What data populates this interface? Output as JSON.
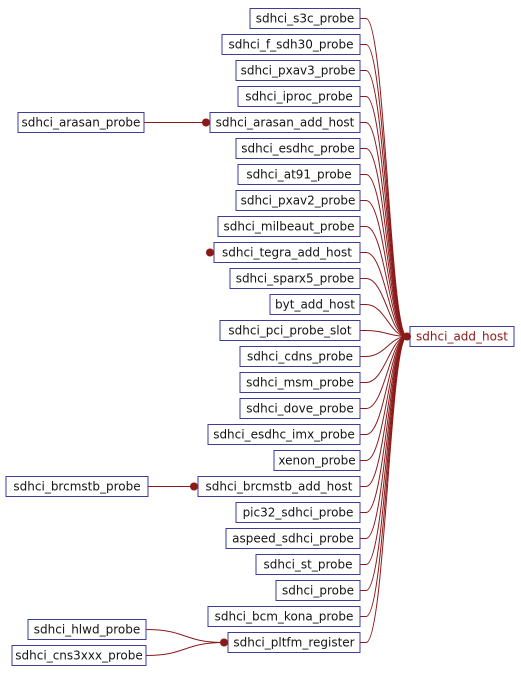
{
  "colors": {
    "edge": "#8b1a1a",
    "node_border": "#3c3c9a",
    "target_text": "#8b1a1a",
    "text": "#141414"
  },
  "target": {
    "label": "sdhci_add_host"
  },
  "callers": [
    {
      "label": "sdhci_s3c_probe"
    },
    {
      "label": "sdhci_f_sdh30_probe"
    },
    {
      "label": "sdhci_pxav3_probe"
    },
    {
      "label": "sdhci_iproc_probe"
    },
    {
      "label": "sdhci_arasan_add_host"
    },
    {
      "label": "sdhci_esdhc_probe"
    },
    {
      "label": "sdhci_at91_probe"
    },
    {
      "label": "sdhci_pxav2_probe"
    },
    {
      "label": "sdhci_milbeaut_probe"
    },
    {
      "label": "sdhci_tegra_add_host"
    },
    {
      "label": "sdhci_sparx5_probe"
    },
    {
      "label": "byt_add_host"
    },
    {
      "label": "sdhci_pci_probe_slot"
    },
    {
      "label": "sdhci_cdns_probe"
    },
    {
      "label": "sdhci_msm_probe"
    },
    {
      "label": "sdhci_dove_probe"
    },
    {
      "label": "sdhci_esdhc_imx_probe"
    },
    {
      "label": "xenon_probe"
    },
    {
      "label": "sdhci_brcmstb_add_host"
    },
    {
      "label": "pic32_sdhci_probe"
    },
    {
      "label": "aspeed_sdhci_probe"
    },
    {
      "label": "sdhci_st_probe"
    },
    {
      "label": "sdhci_probe"
    },
    {
      "label": "sdhci_bcm_kona_probe"
    },
    {
      "label": "sdhci_pltfm_register"
    }
  ],
  "second_level": [
    {
      "label": "sdhci_arasan_probe"
    },
    {
      "label": "sdhci_brcmstb_probe"
    },
    {
      "label": "sdhci_hlwd_probe"
    },
    {
      "label": "sdhci_cns3xxx_probe"
    }
  ]
}
